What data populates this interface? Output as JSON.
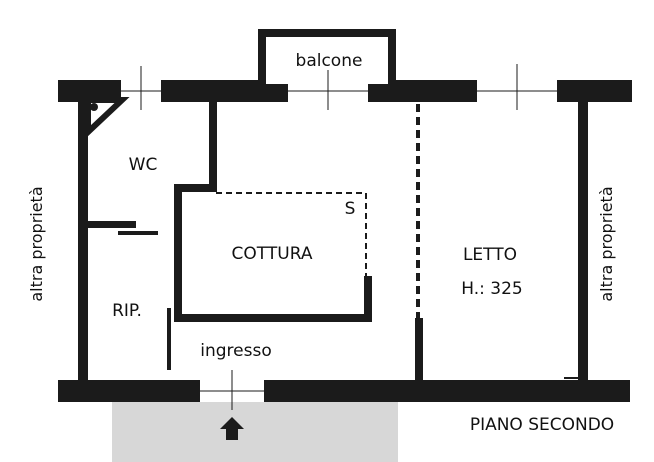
{
  "rooms": {
    "balcony": "balcone",
    "wc": "WC",
    "kitchen": "COTTURA",
    "storage": "RIP.",
    "entrance": "ingresso",
    "bedroom": "LETTO",
    "height": "H.: 325"
  },
  "sides": {
    "left": "altra proprietà",
    "right": "altra proprietà"
  },
  "floor_title": "PIANO SECONDO",
  "symbols": {
    "flue_mark": "S",
    "entrance_arrow": "up-arrow-icon"
  },
  "colors": {
    "wall": "#1b1b1b",
    "landing": "#d7d7d7",
    "background": "#ffffff"
  }
}
